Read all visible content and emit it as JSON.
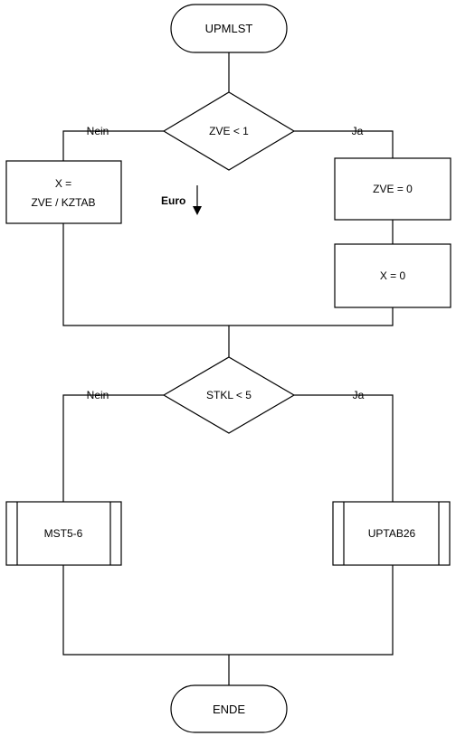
{
  "start": {
    "label": "UPMLST"
  },
  "end": {
    "label": "ENDE"
  },
  "decision1": {
    "condition": "ZVE < 1",
    "no_label": "Nein",
    "yes_label": "Ja"
  },
  "box_no1": {
    "line1": "X =",
    "line2": "ZVE / KZTAB"
  },
  "box_yes1a": {
    "label": "ZVE = 0"
  },
  "box_yes1b": {
    "label": "X = 0"
  },
  "annotation": {
    "label": "Euro"
  },
  "decision2": {
    "condition": "STKL < 5",
    "no_label": "Nein",
    "yes_label": "Ja"
  },
  "sub_no2": {
    "label": "MST5-6"
  },
  "sub_yes2": {
    "label": "UPTAB26"
  }
}
